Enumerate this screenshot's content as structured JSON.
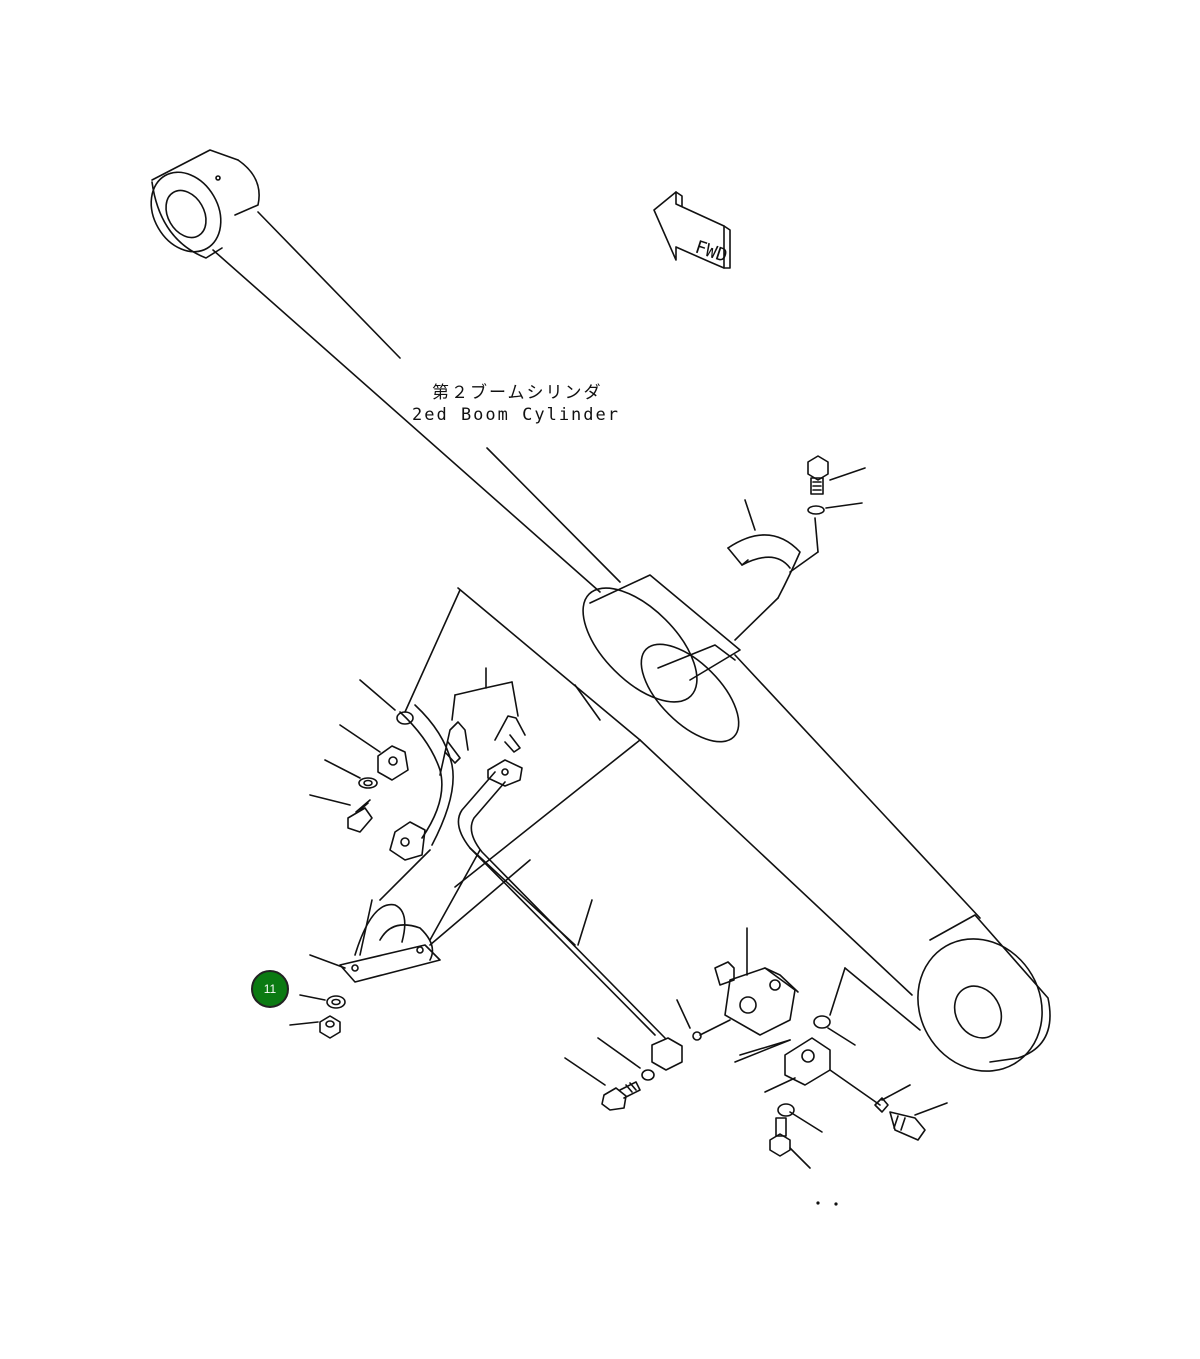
{
  "diagram": {
    "label_jp": "第２ブームシリンダ",
    "label_en": "2ed Boom Cylinder",
    "fwd_label": "FWD"
  },
  "callouts": [
    {
      "number": "11",
      "color": "#0b7a12"
    }
  ],
  "colors": {
    "line": "#111111",
    "background": "#ffffff",
    "callout_fill": "#0b7a12"
  }
}
